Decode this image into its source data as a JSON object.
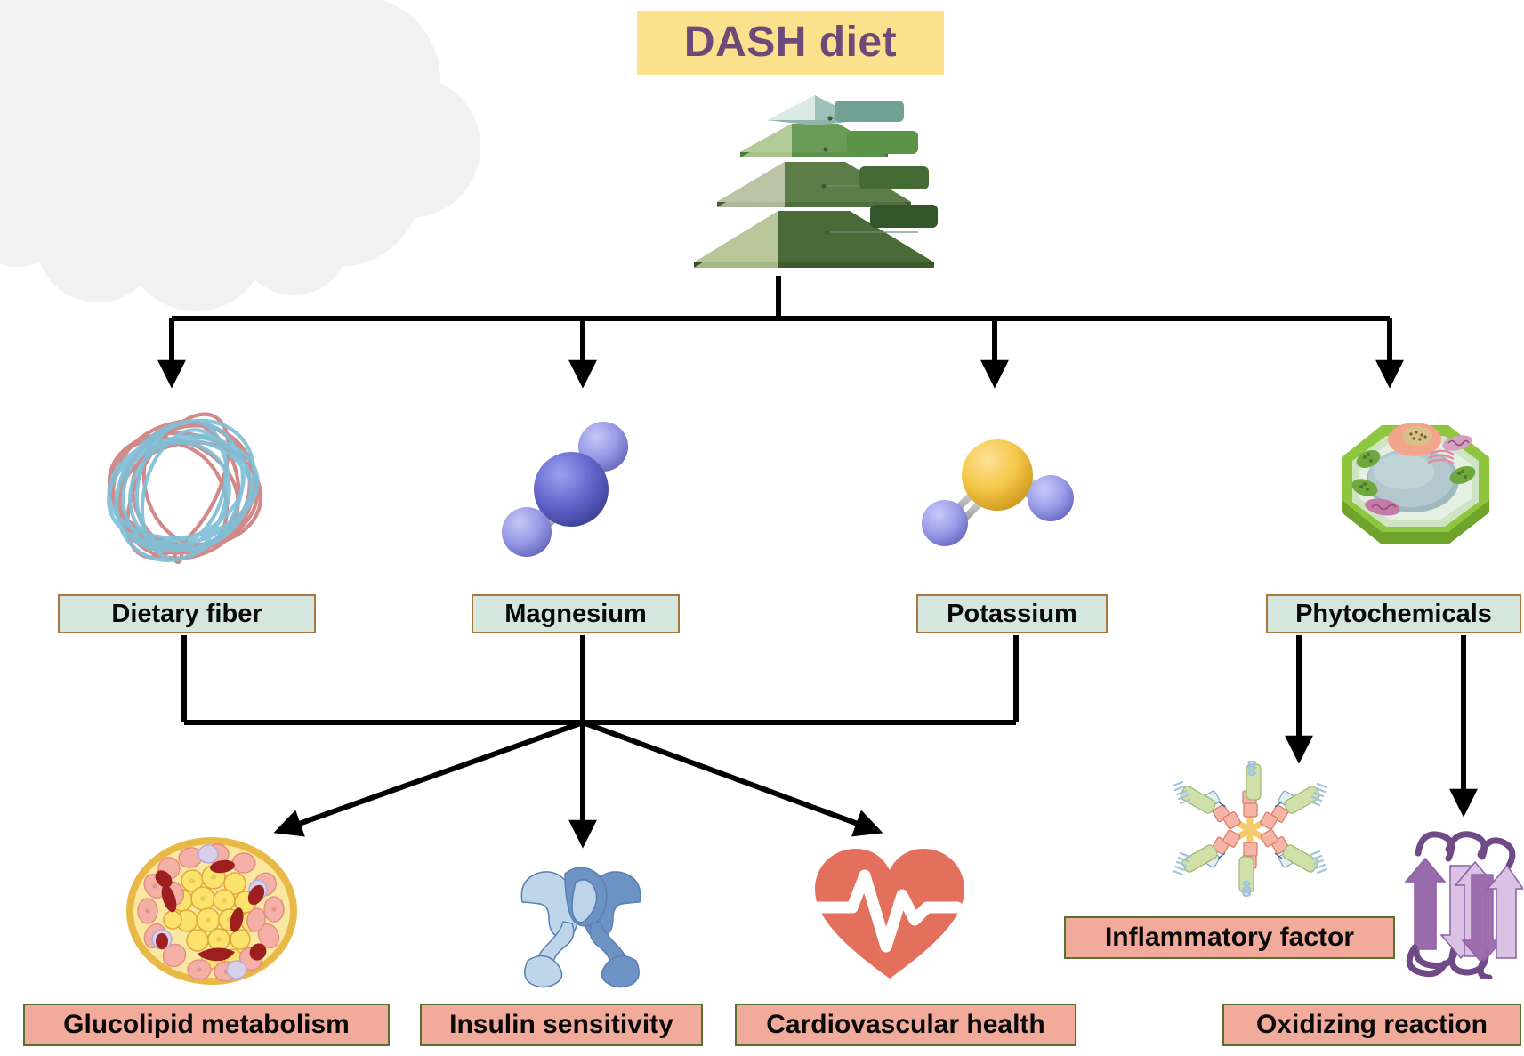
{
  "diagram": {
    "title": "DASH diet",
    "title_bg": "#fbe18b",
    "title_color": "#6b4a79",
    "background": "#ffffff"
  },
  "pyramid": {
    "name": "dash-diet-food-pyramid",
    "tier_count": 4,
    "tiers": [
      {
        "index": 1,
        "light": "#cfe4df",
        "dark": "#8fb5ad",
        "callout_bar": "#72a195"
      },
      {
        "index": 2,
        "light": "#a7c08c",
        "dark": "#5f9150",
        "callout_bar": "#5b9447"
      },
      {
        "index": 3,
        "light": "#b0b699",
        "dark": "#52703f",
        "callout_bar": "#456b35"
      },
      {
        "index": 4,
        "light": "#a6b788",
        "dark": "#3e5b2e",
        "callout_bar": "#33562a"
      }
    ]
  },
  "mid_row": {
    "boxes": [
      {
        "label": "Dietary fiber",
        "icon": "fiber-tangle-icon",
        "fill": "#d4e6de",
        "border": "#a9763f"
      },
      {
        "label": "Magnesium",
        "icon": "magnesium-molecule-icon",
        "fill": "#d4e6de",
        "border": "#a9763f"
      },
      {
        "label": "Potassium",
        "icon": "potassium-molecule-icon",
        "fill": "#d4e6de",
        "border": "#a9763f"
      },
      {
        "label": "Phytochemicals",
        "icon": "plant-cell-icon",
        "fill": "#d4e6de",
        "border": "#a9763f"
      }
    ]
  },
  "bottom_row": {
    "boxes": [
      {
        "label": "Glucolipid metabolism",
        "icon": "adipose-tissue-icon",
        "fill": "#f2ab9b",
        "border": "#55702f"
      },
      {
        "label": "Insulin sensitivity",
        "icon": "insulin-protein-icon",
        "fill": "#f2ab9b",
        "border": "#55702f"
      },
      {
        "label": "Cardiovascular health",
        "icon": "heart-ecg-icon",
        "fill": "#f2ab9b",
        "border": "#55702f"
      },
      {
        "label": "Inflammatory factor",
        "icon": "cytokine-complex-icon",
        "fill": "#f2ab9b",
        "border": "#55702f"
      },
      {
        "label": "Oxidizing reaction",
        "icon": "beta-sheet-protein-icon",
        "fill": "#f2ab9b",
        "border": "#55702f"
      }
    ]
  },
  "icons": {
    "fiber_tangle": {
      "name": "fiber-tangle-icon",
      "colors": [
        "#cf7f7f",
        "#7fc0d8"
      ]
    },
    "magnesium": {
      "name": "magnesium-molecule-icon",
      "colors": [
        "#5d5fc4",
        "#9a9ce4",
        "#b0b0b0"
      ]
    },
    "potassium": {
      "name": "potassium-molecule-icon",
      "colors": [
        "#f5c342",
        "#9a9ce4",
        "#b0b0b0"
      ]
    },
    "plant_cell": {
      "name": "plant-cell-icon",
      "colors": [
        "#8ec63f",
        "#aeccd4",
        "#f2a58c"
      ]
    },
    "adipose_tissue": {
      "name": "adipose-tissue-icon",
      "colors": [
        "#f7df70",
        "#f0a9a2",
        "#a32020"
      ]
    },
    "insulin_protein": {
      "name": "insulin-protein-icon",
      "colors": [
        "#6d93c4",
        "#bed5ea"
      ]
    },
    "heart_ecg": {
      "name": "heart-ecg-icon",
      "colors": [
        "#e3705c",
        "#ffffff"
      ]
    },
    "cytokine_complex": {
      "name": "cytokine-complex-icon",
      "colors": [
        "#f6c96a",
        "#f0a89a",
        "#b8cf8f",
        "#9fc4e0"
      ]
    },
    "beta_sheet": {
      "name": "beta-sheet-protein-icon",
      "colors": [
        "#9a6bab",
        "#d9c2e4",
        "#6f4a86"
      ]
    }
  },
  "connectors": {
    "color": "#000000",
    "stroke_width": 6,
    "arrow_style": "filled-triangle"
  }
}
